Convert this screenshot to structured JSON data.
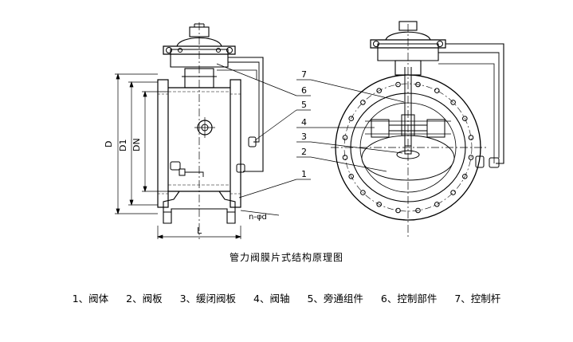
{
  "caption": "管力阀膜片式结构原理图",
  "dimensions": {
    "D": "D",
    "D1": "D1",
    "DN": "DN",
    "L": "L",
    "bolts": "n-φd"
  },
  "callouts": [
    "1",
    "2",
    "3",
    "4",
    "5",
    "6",
    "7"
  ],
  "legend": [
    "1、阀体",
    "2、阀板",
    "3、缓闭阀板",
    "4、阀轴",
    "5、旁通组件",
    "6、控制部件",
    "7、控制杆"
  ]
}
